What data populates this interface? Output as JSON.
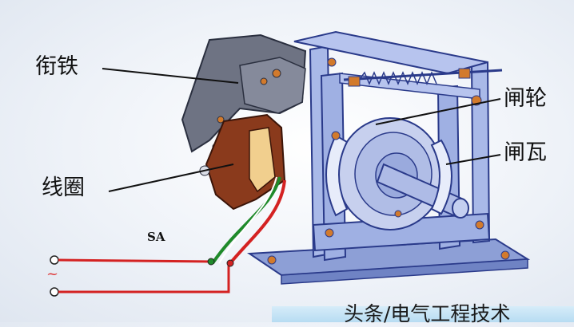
{
  "labels": {
    "armature": "衔铁",
    "brake_wheel": "闸轮",
    "brake_shoe": "闸瓦",
    "coil": "线圈",
    "switch": "SA",
    "ac_symbol": "~"
  },
  "watermark": "头条/电气工程技术",
  "colors": {
    "frame_blue": "#a9b9e8",
    "frame_outline": "#2a3a8a",
    "armature_gray": "#6e7383",
    "coil_brown": "#8a3a1c",
    "coil_core": "#f1cf8e",
    "bolt_orange": "#d27a2c",
    "wire_red": "#d42222",
    "wire_green": "#1f8a2a",
    "wire_white": "#ffffff"
  }
}
